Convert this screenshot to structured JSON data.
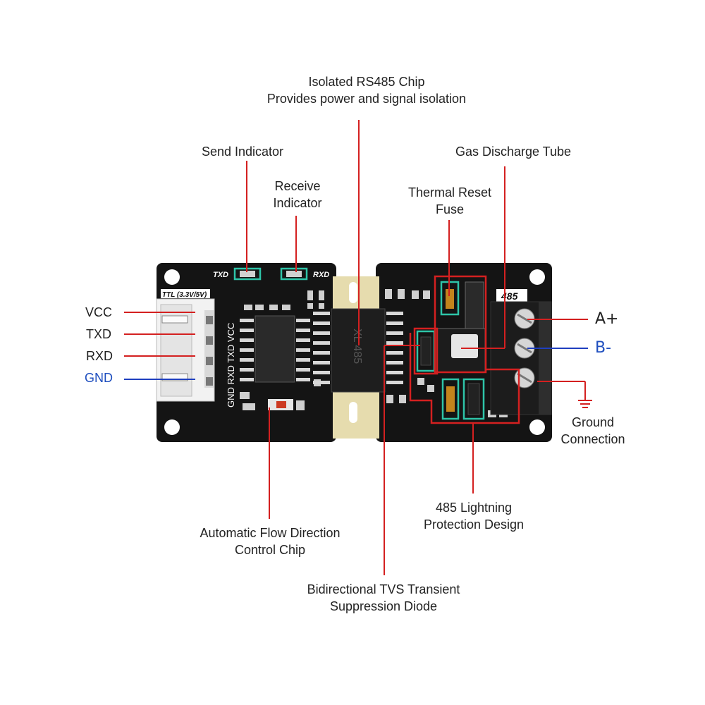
{
  "labels": {
    "isolated_chip_l1": "Isolated RS485 Chip",
    "isolated_chip_l2": "Provides power and signal isolation",
    "send_indicator": "Send Indicator",
    "receive_indicator_l1": "Receive",
    "receive_indicator_l2": "Indicator",
    "gas_discharge": "Gas Discharge Tube",
    "thermal_fuse_l1": "Thermal Reset",
    "thermal_fuse_l2": "Fuse",
    "flow_chip_l1": "Automatic Flow Direction",
    "flow_chip_l2": "Control Chip",
    "lightning_l1": "485 Lightning",
    "lightning_l2": "Protection Design",
    "tvs_l1": "Bidirectional TVS Transient",
    "tvs_l2": "Suppression Diode",
    "ground_l1": "Ground",
    "ground_l2": "Connection"
  },
  "pins": {
    "vcc": "VCC",
    "txd": "TXD",
    "rxd": "RXD",
    "gnd": "GND"
  },
  "terminals": {
    "a": "A+",
    "b": "B-"
  },
  "board": {
    "silk_txd": "TXD",
    "silk_rxd": "RXD",
    "silk_ttl": "TTL (3.3V/5V)",
    "silk_485": "485",
    "silk_vertical": "GND RXD TXD VCC",
    "chip_marking": "XL 485"
  },
  "colors": {
    "pointer_red": "#d42020",
    "pointer_blue": "#1f3fbf",
    "pcb_black": "#141414",
    "isolation_slot": "#e6dcae",
    "highlight_teal": "#2ec4a8",
    "connector_white": "#f2f2f2",
    "terminal_black": "#1c1c1c"
  }
}
